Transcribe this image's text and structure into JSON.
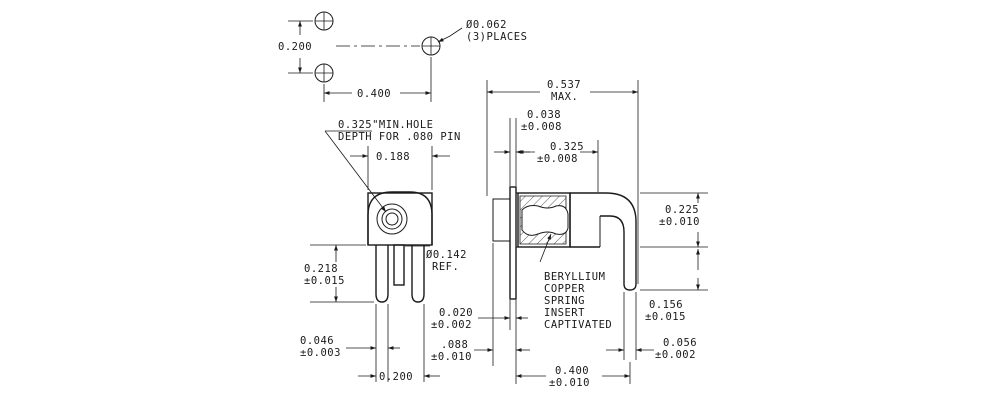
{
  "hole_pattern": {
    "hole_dia": "Ø0.062",
    "hole_places": "(3)PLACES",
    "vertical_spacing": "0.200",
    "horizontal_spacing": "0.400"
  },
  "front_view": {
    "hole_note_line1": "0.325\"MIN.HOLE",
    "hole_note_line2": "DEPTH FOR .080 PIN",
    "body_width": "0.188",
    "pin_dia": "Ø0.142",
    "pin_dia_ref": "REF.",
    "pin_length": "0.218",
    "pin_length_tol": "±0.015",
    "leg_width": "0.046",
    "leg_width_tol": "±0.003",
    "leg_spacing": "0.200",
    "flange_thk": "0.020",
    "flange_thk_tol": "±0.002",
    "pin_offset": ".088",
    "pin_offset_tol": "±0.010"
  },
  "side_view": {
    "overall_length": "0.537",
    "overall_length_note": "MAX.",
    "flange_offset": "0.038",
    "flange_offset_tol": "±0.008",
    "body_length": "0.325",
    "body_length_tol": "±0.008",
    "height": "0.225",
    "height_tol": "±0.010",
    "lead_drop": "0.156",
    "lead_drop_tol": "±0.015",
    "lead_thk": "0.056",
    "lead_thk_tol": "±0.002",
    "lead_length": "0.400",
    "lead_length_tol": "±0.010",
    "insert_note": [
      "BERYLLIUM",
      "COPPER",
      "SPRING",
      "INSERT",
      "CAPTIVATED"
    ]
  }
}
